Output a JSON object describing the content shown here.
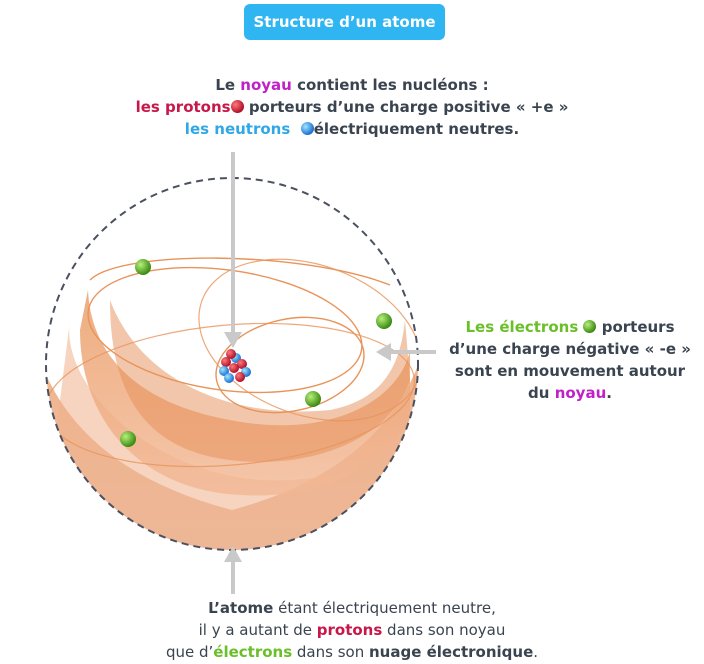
{
  "title": "Structure d’un atome",
  "top_text": {
    "line1_a": "Le ",
    "line1_noyau": "noyau",
    "line1_b": " contient les nucléons :",
    "line2_protons": "les protons",
    "line2_b": " porteurs d’une charge positive « +e »",
    "line3_neutrons": "les neutrons",
    "line3_b": "électriquement neutres."
  },
  "right_text": {
    "electrons": "Les électrons",
    "r1_b": " porteurs",
    "r2": "d’une charge négative « -e »",
    "r3": "sont en mouvement autour",
    "r4_a": "du ",
    "r4_noyau": "noyau",
    "r4_b": "."
  },
  "bottom_text": {
    "atome": "L’atome",
    "b1_b": " étant électriquement neutre,",
    "b2_a": "il y a autant de ",
    "b2_protons": "protons",
    "b2_b": " dans son noyau",
    "b3_a": "que d’",
    "b3_electrons": "électrons",
    "b3_b": " dans son ",
    "b3_nuage": "nuage électronique",
    "b3_c": "."
  },
  "colors": {
    "title_bg": "#2fb6f2",
    "proton": "#c8174a",
    "neutron": "#2fa8e8",
    "electron": "#6abf2a",
    "noyau": "#c020c8",
    "orbit": "#e8935a",
    "arrow": "#c9c9c9"
  }
}
